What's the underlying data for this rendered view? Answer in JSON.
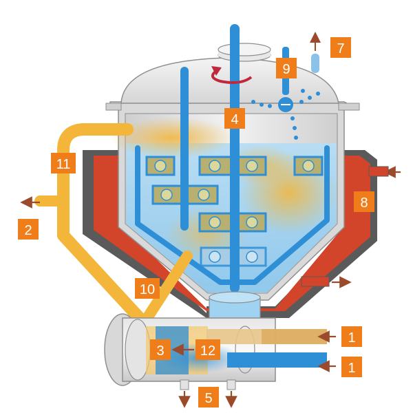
{
  "diagram": {
    "colors": {
      "label_bg": "#ef7d1a",
      "label_text": "#ffffff",
      "arrow": "#9b4a2c",
      "rotation_arrow": "#c0283c",
      "jacket_outer": "#5a5a5a",
      "jacket_inner": "#d2452a",
      "vessel": "#e3e3e3",
      "vessel_stroke": "#9a9a9a",
      "liquid": "#9fd3f1",
      "pipe_blue": "#2e8ed6",
      "pipe_yellow": "#f3b63a",
      "paddle": "#b8b070",
      "bearing": "#cfcfcf"
    },
    "labels": [
      {
        "id": "label-1-top",
        "text": "1"
      },
      {
        "id": "label-1-bottom",
        "text": "1"
      },
      {
        "id": "label-2",
        "text": "2"
      },
      {
        "id": "label-3",
        "text": "3"
      },
      {
        "id": "label-4",
        "text": "4"
      },
      {
        "id": "label-5",
        "text": "5"
      },
      {
        "id": "label-7",
        "text": "7"
      },
      {
        "id": "label-8",
        "text": "8"
      },
      {
        "id": "label-9",
        "text": "9"
      },
      {
        "id": "label-10",
        "text": "10"
      },
      {
        "id": "label-11",
        "text": "11"
      },
      {
        "id": "label-12",
        "text": "12"
      }
    ]
  }
}
